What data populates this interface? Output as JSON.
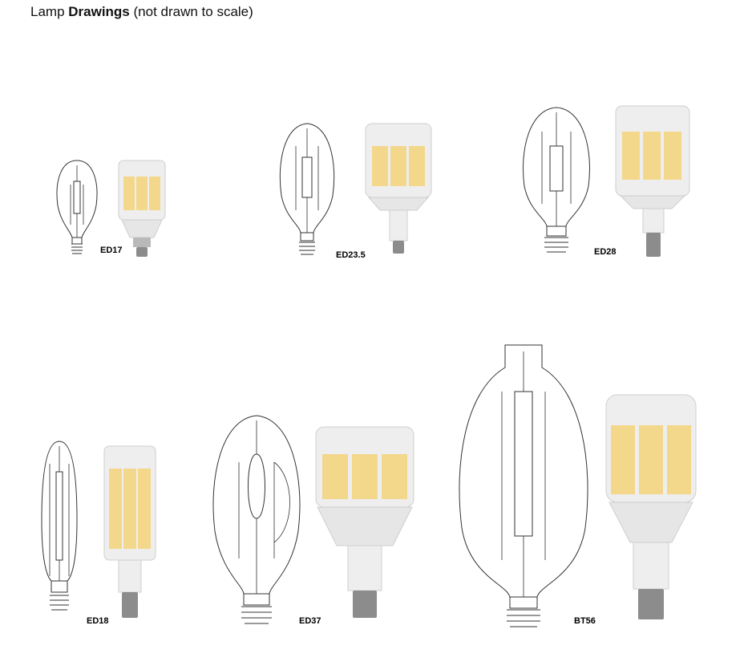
{
  "title": {
    "prefix": "Lamp ",
    "bold": "Drawings",
    "suffix": " (not drawn to scale)"
  },
  "lamps": [
    {
      "label": "ED17"
    },
    {
      "label": "ED23.5"
    },
    {
      "label": "ED28"
    },
    {
      "label": "ED18"
    },
    {
      "label": "ED37"
    },
    {
      "label": "BT56"
    }
  ],
  "colors": {
    "outline": "#333333",
    "housing": "#eeeeee",
    "led": "#f3d78a",
    "base": "#b9b9b9"
  }
}
